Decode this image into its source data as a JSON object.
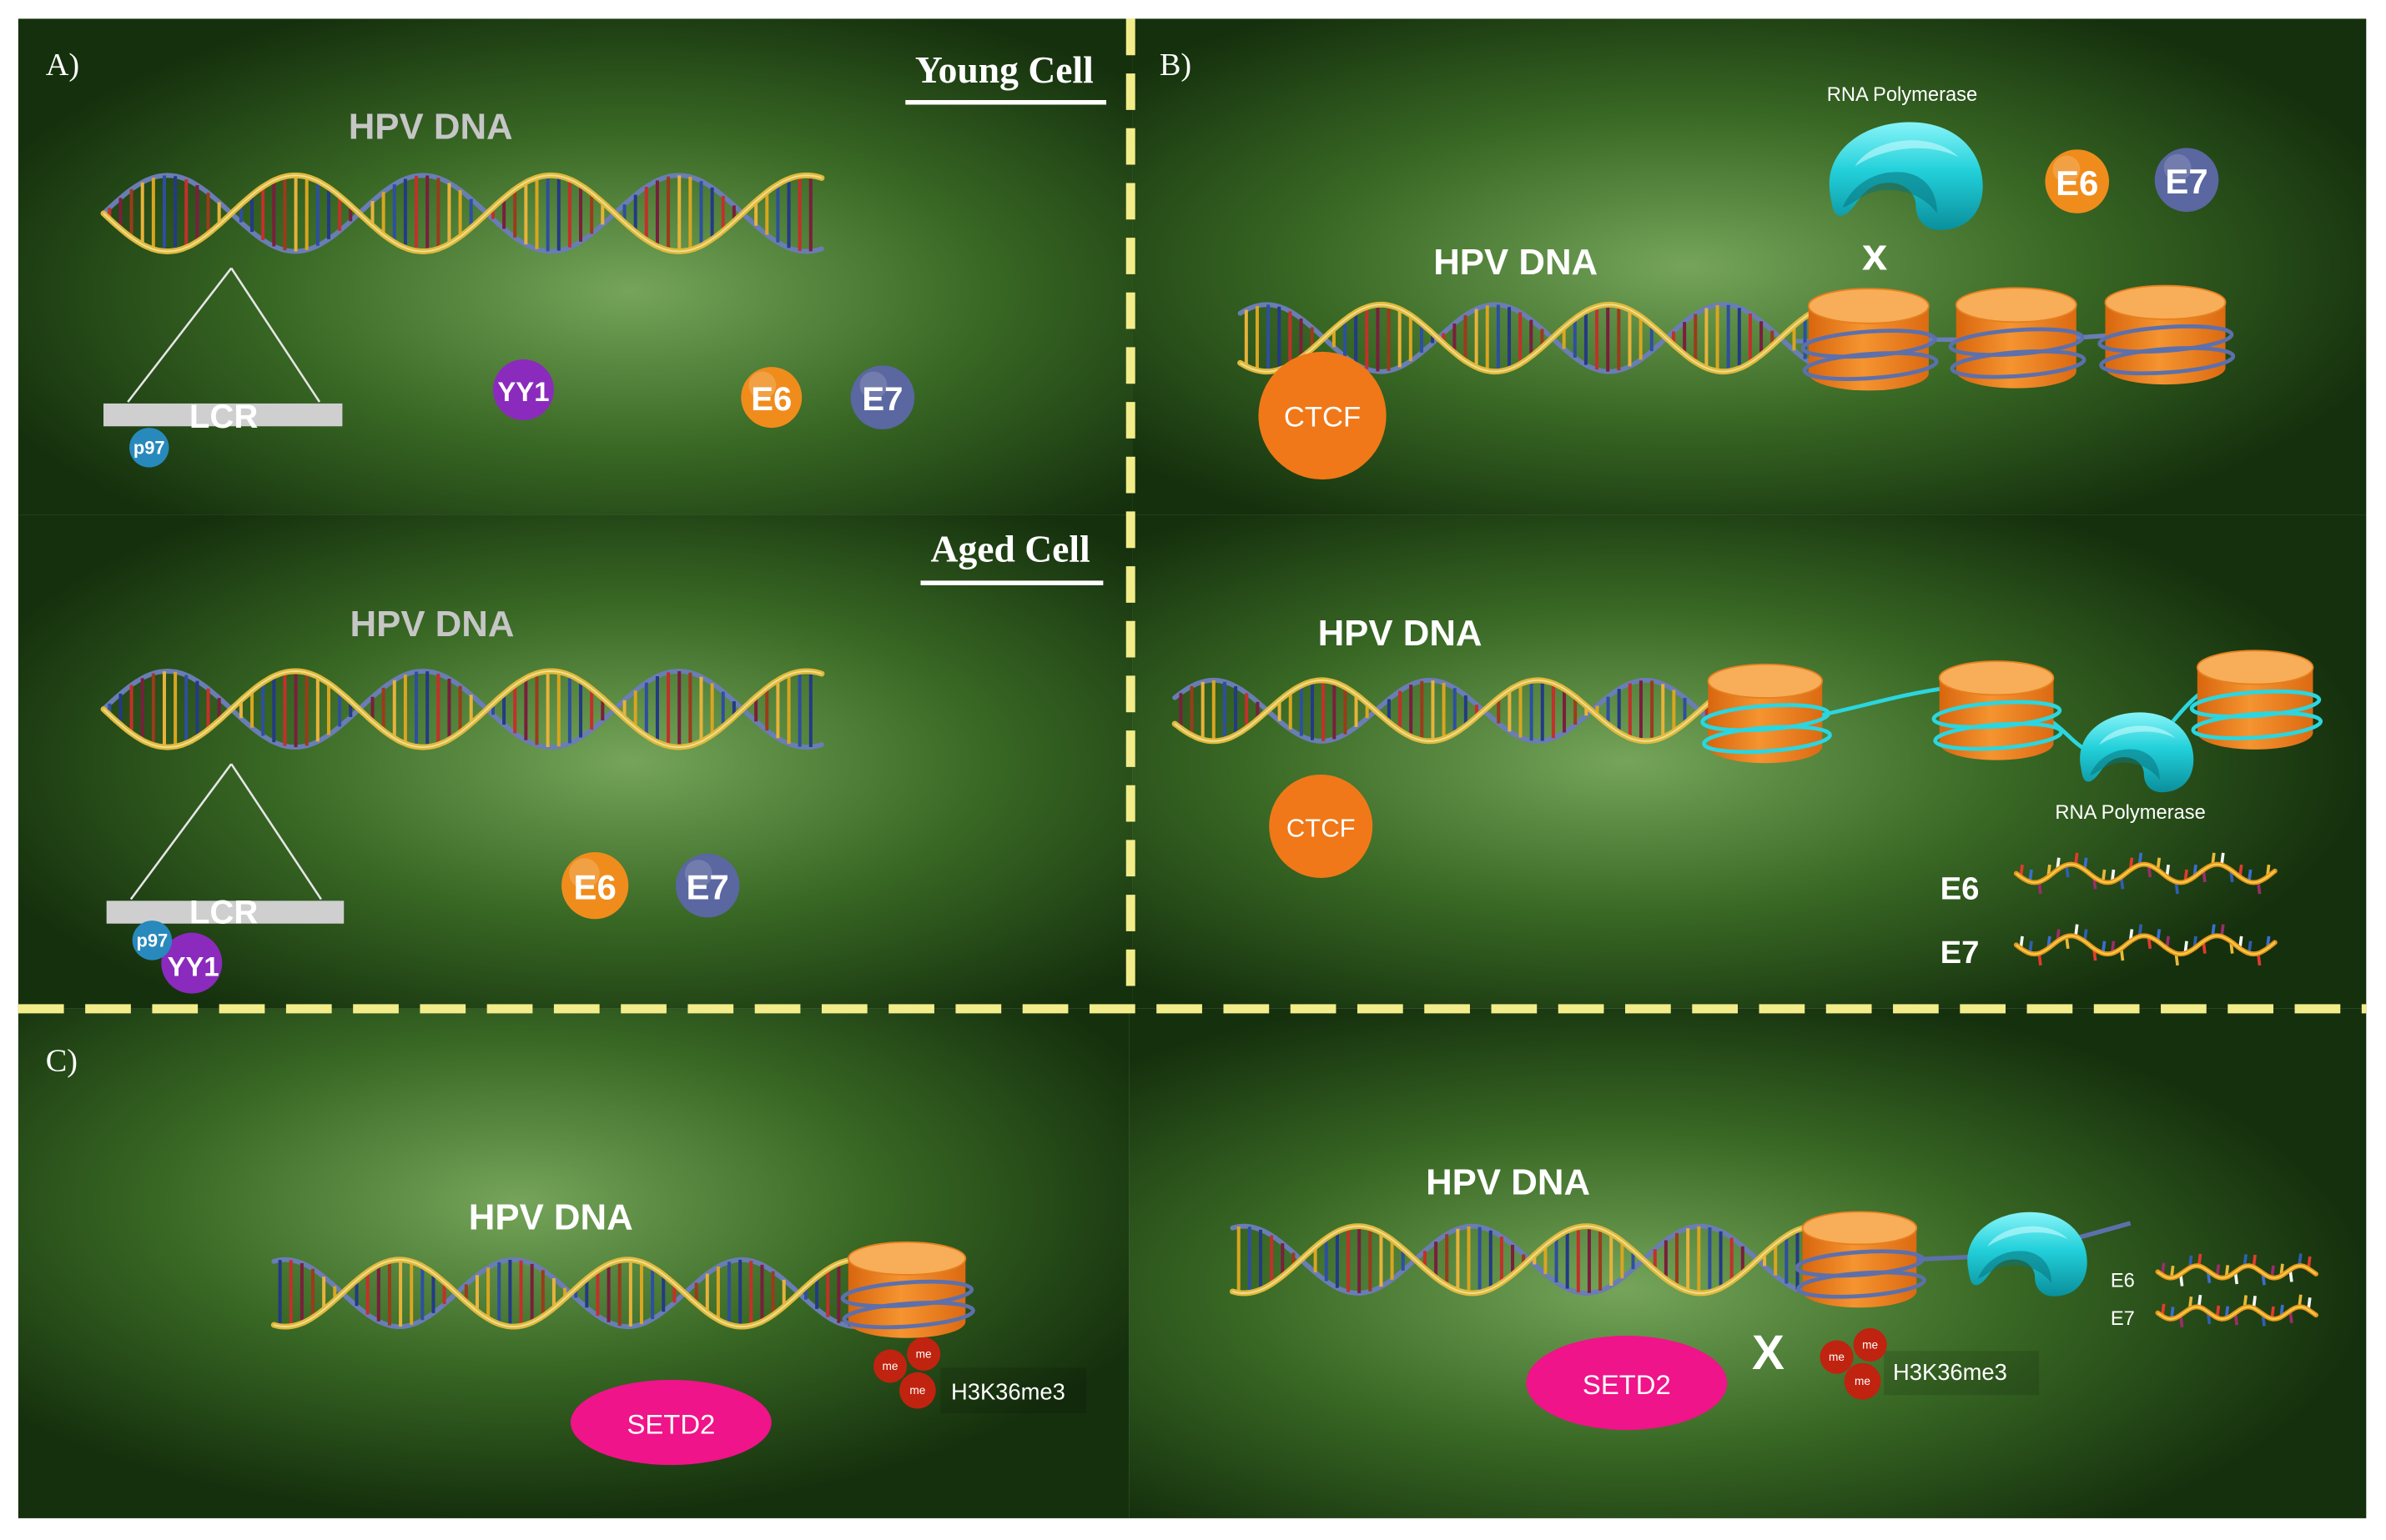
{
  "figure": {
    "panel_a": {
      "label": "A)",
      "young": {
        "title": "Young Cell",
        "dna": "HPV DNA",
        "lcr": "LCR",
        "p97": "p97",
        "yy1": "YY1",
        "e6": "E6",
        "e7": "E7"
      },
      "aged": {
        "title": "Aged Cell",
        "dna": "HPV DNA",
        "lcr": "LCR",
        "p97": "p97",
        "yy1": "YY1",
        "e6": "E6",
        "e7": "E7"
      }
    },
    "panel_b": {
      "label": "B)",
      "top": {
        "rna_polymerase": "RNA Polymerase",
        "e6": "E6",
        "e7": "E7",
        "block_mark": "x",
        "dna": "HPV DNA",
        "ctcf": "CTCF"
      },
      "bottom": {
        "dna": "HPV DNA",
        "rna_polymerase": "RNA Polymerase",
        "ctcf": "CTCF",
        "e6_transcript": "E6",
        "e7_transcript": "E7"
      }
    },
    "panel_c": {
      "label": "C)",
      "left": {
        "dna": "HPV DNA",
        "methyl": [
          "me",
          "me",
          "me"
        ],
        "histone_mark": "H3K36me3",
        "setd2": "SETD2"
      },
      "right": {
        "dna": "HPV DNA",
        "block_mark": "X",
        "methyl": [
          "me",
          "me",
          "me"
        ],
        "histone_mark": "H3K36me3",
        "setd2": "SETD2",
        "e6_transcript": "E6",
        "e7_transcript": "E7"
      }
    }
  },
  "colors": {
    "background_light": "#75a45a",
    "background_mid": "#3a6a25",
    "background_dark": "#15300d",
    "divider": "#f3ec8a",
    "e6": "#f08c1c",
    "e7": "#5a67a0",
    "yy1": "#8b2bbd",
    "p97": "#2889bd",
    "ctcf": "#f07818",
    "nucleosome": "#f59430",
    "rna_polymerase": "#22d0da",
    "setd2": "#ef1489",
    "methyl": "#c0230f",
    "lcr": "#cfcfcf",
    "dna_strand_gold": "#e0ba3c",
    "dna_strand_blue": "#6a7db5",
    "linker_cyan": "#2bd6e0"
  }
}
